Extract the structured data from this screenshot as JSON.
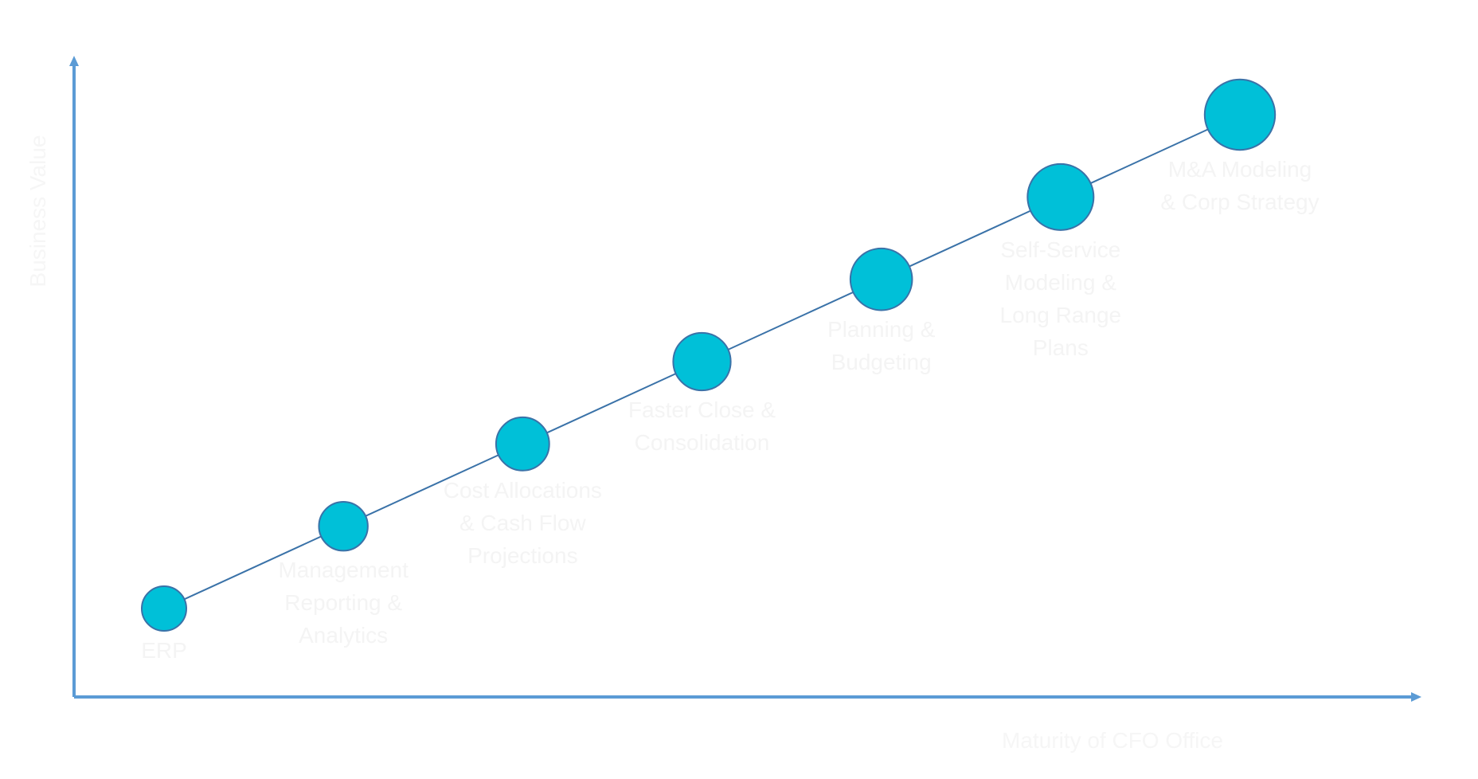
{
  "chart_data": {
    "type": "line",
    "title": "",
    "xlabel": "Maturity of CFO Office",
    "ylabel": "Business Value",
    "x": [
      1,
      2,
      3,
      4,
      5,
      6,
      7
    ],
    "y": [
      1,
      2,
      3,
      4,
      5,
      6,
      7
    ],
    "xlim": [
      0.5,
      7.5
    ],
    "ylim": [
      0,
      8
    ],
    "grid": false,
    "points": [
      {
        "label": "ERP",
        "x": 1,
        "y": 1
      },
      {
        "label": "Management Reporting & Analytics",
        "x": 2,
        "y": 2
      },
      {
        "label": "Cost Allocations & Cash Flow Projections",
        "x": 3,
        "y": 3
      },
      {
        "label": "Faster Close & Consolidation",
        "x": 4,
        "y": 4
      },
      {
        "label": "Planning & Budgeting",
        "x": 5,
        "y": 5
      },
      {
        "label": "Self-Service Modeling & Long Range Plans",
        "x": 6,
        "y": 6
      },
      {
        "label": "M&A Modeling & Corp Strategy",
        "x": 7,
        "y": 7
      }
    ],
    "colors": {
      "axis": "#5b9bd5",
      "marker": "#00c0d8",
      "marker_edge": "#3a72a8",
      "line": "#3a72a8",
      "text": "#f4f4f4"
    }
  }
}
